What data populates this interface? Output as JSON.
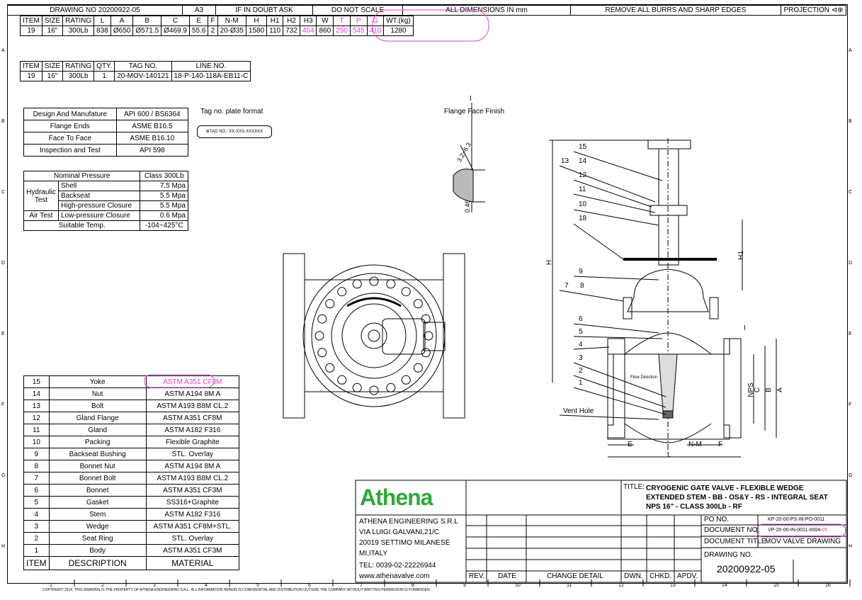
{
  "header": {
    "drawing_no_label": "DRAWING NO",
    "drawing_no": "20200922-05",
    "sheet_size": "A3",
    "if_in_doubt": "IF IN DOUBT ASK",
    "do_not_scale": "DO NOT SCALE",
    "dimensions_note": "ALL DIMENSIONS IN mm",
    "burrs_note": "REMOVE ALL BURRS AND SHARP EDGES",
    "projection_label": "PROJECTION"
  },
  "dim_table": {
    "headers": [
      "ITEM",
      "SIZE",
      "RATING",
      "L",
      "A",
      "B",
      "C",
      "E",
      "F",
      "N-M",
      "H",
      "H1",
      "H2",
      "H3",
      "W",
      "T",
      "P",
      "G",
      "WT.(kg)"
    ],
    "values": [
      "19",
      "16\"",
      "300Lb",
      "838",
      "Ø650",
      "Ø571.5",
      "Ø469.9",
      "55.6",
      "2",
      "20-Ø35",
      "1580",
      "110",
      "732",
      "404",
      "860",
      "250",
      "545",
      "410",
      "1280"
    ]
  },
  "tag_table": {
    "headers": [
      "ITEM",
      "SIZE",
      "RATING",
      "QTY.",
      "TAG NO.",
      "LINE NO."
    ],
    "values": [
      "19",
      "16\"",
      "300Lb",
      "1",
      "20-MOV-140121",
      "18-P-140-118A-EB11-C"
    ]
  },
  "standards": [
    {
      "label": "Design And Manufature",
      "value": "API 600 / BS6364"
    },
    {
      "label": "Flange Ends",
      "value": "ASME B16.5"
    },
    {
      "label": "Face To Face",
      "value": "ASME B16.10"
    },
    {
      "label": "Inspection and Test",
      "value": "API 598"
    }
  ],
  "tag_plate": {
    "title": "Tag no. plate format",
    "text": "TAG NO.: XX-XXX-XXXXXX"
  },
  "flange_finish": {
    "marker": "I",
    "title": "Flange Face Finish",
    "roughness": "3.2~6.3",
    "depth": "0.46~0.56"
  },
  "pressure": {
    "nominal_label": "Nominal Pressure",
    "nominal_value": "Class 300Lb",
    "hydraulic_label": "Hydraulic Test",
    "shell_label": "Shell",
    "shell_value": "7.5 Mpa",
    "backseat_label": "Backseat",
    "backseat_value": "5.5 Mpa",
    "hp_label": "High-pressure Closure",
    "hp_value": "5.5 Mpa",
    "air_label": "Air Test",
    "lp_label": "Low-pressure Closure",
    "lp_value": "0.6 Mpa",
    "temp_label": "Suitable Temp.",
    "temp_value": "-104~425°C"
  },
  "bom": [
    {
      "item": "15",
      "desc": "Yoke",
      "mat": "ASTM A351 CF3M"
    },
    {
      "item": "14",
      "desc": "Nut",
      "mat": "ASTM A194 8M A"
    },
    {
      "item": "13",
      "desc": "Bolt",
      "mat": "ASTM A193 B8M CL.2"
    },
    {
      "item": "12",
      "desc": "Gland Flange",
      "mat": "ASTM A351 CF8M"
    },
    {
      "item": "11",
      "desc": "Gland",
      "mat": "ASTM A182 F316"
    },
    {
      "item": "10",
      "desc": "Packing",
      "mat": "Flexible Graphite"
    },
    {
      "item": "9",
      "desc": "Backseat Bushing",
      "mat": "STL. Overlay"
    },
    {
      "item": "8",
      "desc": "Bonnet Nut",
      "mat": "ASTM A194 8M A"
    },
    {
      "item": "7",
      "desc": "Bonnet Bolt",
      "mat": "ASTM A193 B8M CL.2"
    },
    {
      "item": "6",
      "desc": "Bonnet",
      "mat": "ASTM A351 CF3M"
    },
    {
      "item": "5",
      "desc": "Gasket",
      "mat": "SS316+Graphite"
    },
    {
      "item": "4",
      "desc": "Stem",
      "mat": "ASTM A182 F316"
    },
    {
      "item": "3",
      "desc": "Wedge",
      "mat": "ASTM A351 CF8M+STL."
    },
    {
      "item": "2",
      "desc": "Seat Ring",
      "mat": "STL. Overlay"
    },
    {
      "item": "1",
      "desc": "Body",
      "mat": "ASTM A351 CF3M"
    }
  ],
  "bom_headers": {
    "item": "ITEM",
    "desc": "DESCRIPTION",
    "mat": "MATERIAL"
  },
  "section_labels": {
    "parts": [
      "15",
      "13",
      "14",
      "12",
      "11",
      "10",
      "18",
      "9",
      "7",
      "8",
      "6",
      "5",
      "4",
      "3",
      "2",
      "1"
    ],
    "flow": "Flow Direction",
    "vent": "Vent Hole",
    "dims": [
      "H",
      "H1",
      "NPS",
      "C",
      "B",
      "A",
      "E",
      "N-M",
      "F",
      "L",
      "I"
    ]
  },
  "title_block": {
    "logo_text": "Athena",
    "company": "ATHENA ENGINEERING S.R.L",
    "address1": "VIA LUIGI GALVANI,21/C",
    "address2": "20019 SETTIMO MILANESE",
    "address3": "MI,ITALY",
    "tel": "TEL: 0039-02-22226944",
    "web": "www.athenavalve.com",
    "title_label": "TITLE:",
    "title_line1": "CRYOGENIC GATE VALVE - FLEXIBLE WEDGE",
    "title_line2": "EXTENDED STEM - BB - OS&Y - RS - INTEGRAL SEAT",
    "title_line3": "NPS 16\" - CLASS 300Lb - RF",
    "po_label": "PO NO.",
    "po_value": "KP-20-00-PS-IN-PO-0011",
    "docno_label": "DOCUMENT NO.",
    "docno_value_main": "VP-20-00-IN-0011-0004-",
    "docno_value_rev": "05",
    "doctitle_label": "DOCUMENT TITLE",
    "doctitle_value": "MOV VALVE DRAWING",
    "drawno_label": "DRAWING NO.",
    "drawno_value": "20200922-05",
    "rev": "REV.",
    "date": "DATE",
    "change": "CHANGE DETAIL",
    "dwn": "DWN.",
    "chkd": "CHKD.",
    "apdv": "APDV."
  },
  "footer": {
    "copyright": "COPYRIGHT 2014, THIS DRAWING IS THE PROPERTY OF ATHENA ENGINEERING S.R.L. ALL INFORMATION HEREIN IS CONFIDENTIAL AND DISTRIBUTION OUTSIDE THE COMPANY WITHOUT WRITTEN PERMISSION IS FORBIDDEN."
  },
  "zones": {
    "rows": [
      "A",
      "B",
      "C",
      "D",
      "E",
      "F",
      "G",
      "H"
    ],
    "cols": [
      "1",
      "2",
      "3",
      "4",
      "5",
      "6",
      "7",
      "8",
      "9",
      "10",
      "11",
      "12",
      "13",
      "14",
      "15",
      "16"
    ]
  },
  "colors": {
    "line": "#000000",
    "highlight": "#e040d0",
    "logo": "#2eaa3a"
  }
}
